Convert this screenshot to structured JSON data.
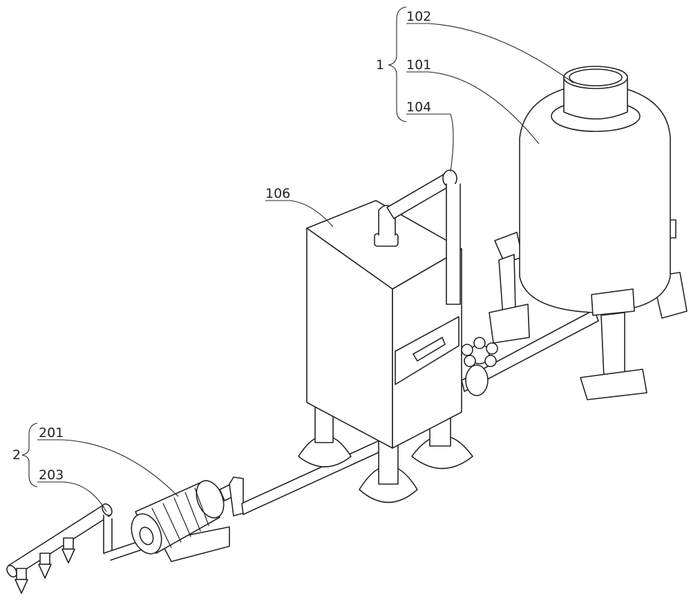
{
  "callouts": [
    {
      "id": "label-102",
      "text": "102"
    },
    {
      "id": "label-101",
      "text": "101"
    },
    {
      "id": "label-1",
      "text": "1"
    },
    {
      "id": "label-104",
      "text": "104"
    },
    {
      "id": "label-106",
      "text": "106"
    },
    {
      "id": "label-201",
      "text": "201"
    },
    {
      "id": "label-2",
      "text": "2"
    },
    {
      "id": "label-203",
      "text": "203"
    }
  ]
}
